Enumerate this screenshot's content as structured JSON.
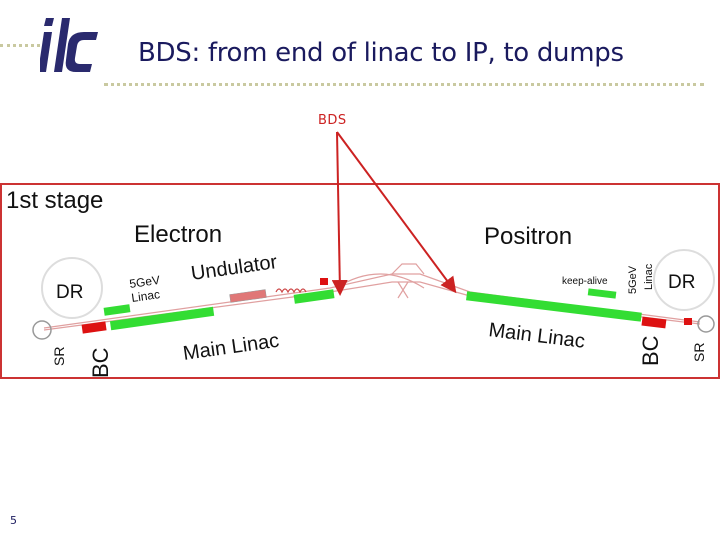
{
  "slide": {
    "logo": "ilc",
    "title": "BDS: from end of linac to IP, to dumps",
    "page_number": "5"
  },
  "annotation": {
    "bds_label": "BDS"
  },
  "diagram": {
    "stage_label": "1st stage",
    "electron_label": "Electron",
    "positron_label": "Positron",
    "undulator_label": "Undulator",
    "left_dr": "DR",
    "right_dr": "DR",
    "left_linac_5gev_line1": "5GeV",
    "left_linac_5gev_line2": "Linac",
    "right_linac_5gev_line1": "5GeV",
    "right_linac_5gev_line2": "Linac",
    "keep_alive": "keep-alive",
    "main_linac_left": "Main Linac",
    "main_linac_right": "Main Linac",
    "left_bc": "BC",
    "right_bc": "BC",
    "left_sr": "SR",
    "right_sr": "SR"
  },
  "colors": {
    "title": "#1a1a5e",
    "linac_green": "#33dd33",
    "bc_red": "#dd1111",
    "arrow_red": "#cc2222",
    "frame_red": "#cc3333"
  }
}
